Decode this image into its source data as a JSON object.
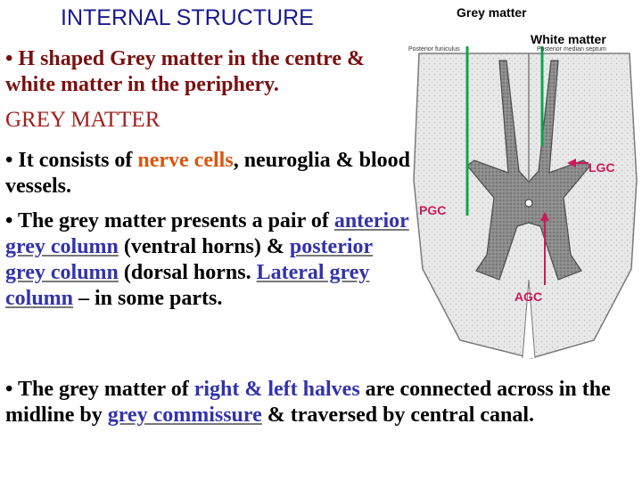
{
  "title": "INTERNAL STRUCTURE",
  "labels": {
    "grey_matter": "Grey matter",
    "white_matter": "White  matter",
    "lgc": "LGC",
    "pgc": "PGC",
    "agc": "AGC",
    "posterior_funiculus": "Posterior funiculus",
    "posterior_median_septum": "Posterior median septum"
  },
  "paragraph1": "• H shaped Grey matter in the centre & white matter in the periphery.",
  "heading2": "GREY MATTER",
  "paragraph3": {
    "pre": "• It consists of ",
    "highlight": "nerve cells",
    "post": ", neuroglia & blood vessels."
  },
  "paragraph4": {
    "t1": "• The grey matter presents a pair of ",
    "u1": "anterior grey column",
    "t2": " (ventral horns) & ",
    "u2": "posterior grey column",
    "t3": " (dorsal horns. ",
    "u3": "Lateral grey column",
    "t4": " – in some parts."
  },
  "paragraph5": {
    "t1": "• The grey matter of ",
    "hl": "right & left halves",
    "t2": " are connected across in the midline by ",
    "u1": "grey commissure",
    "t3": "  & traversed by central canal."
  },
  "colors": {
    "arrow_green": "#0aa64a",
    "arrow_pink": "#cc1a5a",
    "title": "#1a1a8c",
    "maroon": "#7a1010",
    "orange": "#d9550f",
    "blue": "#3333aa"
  }
}
